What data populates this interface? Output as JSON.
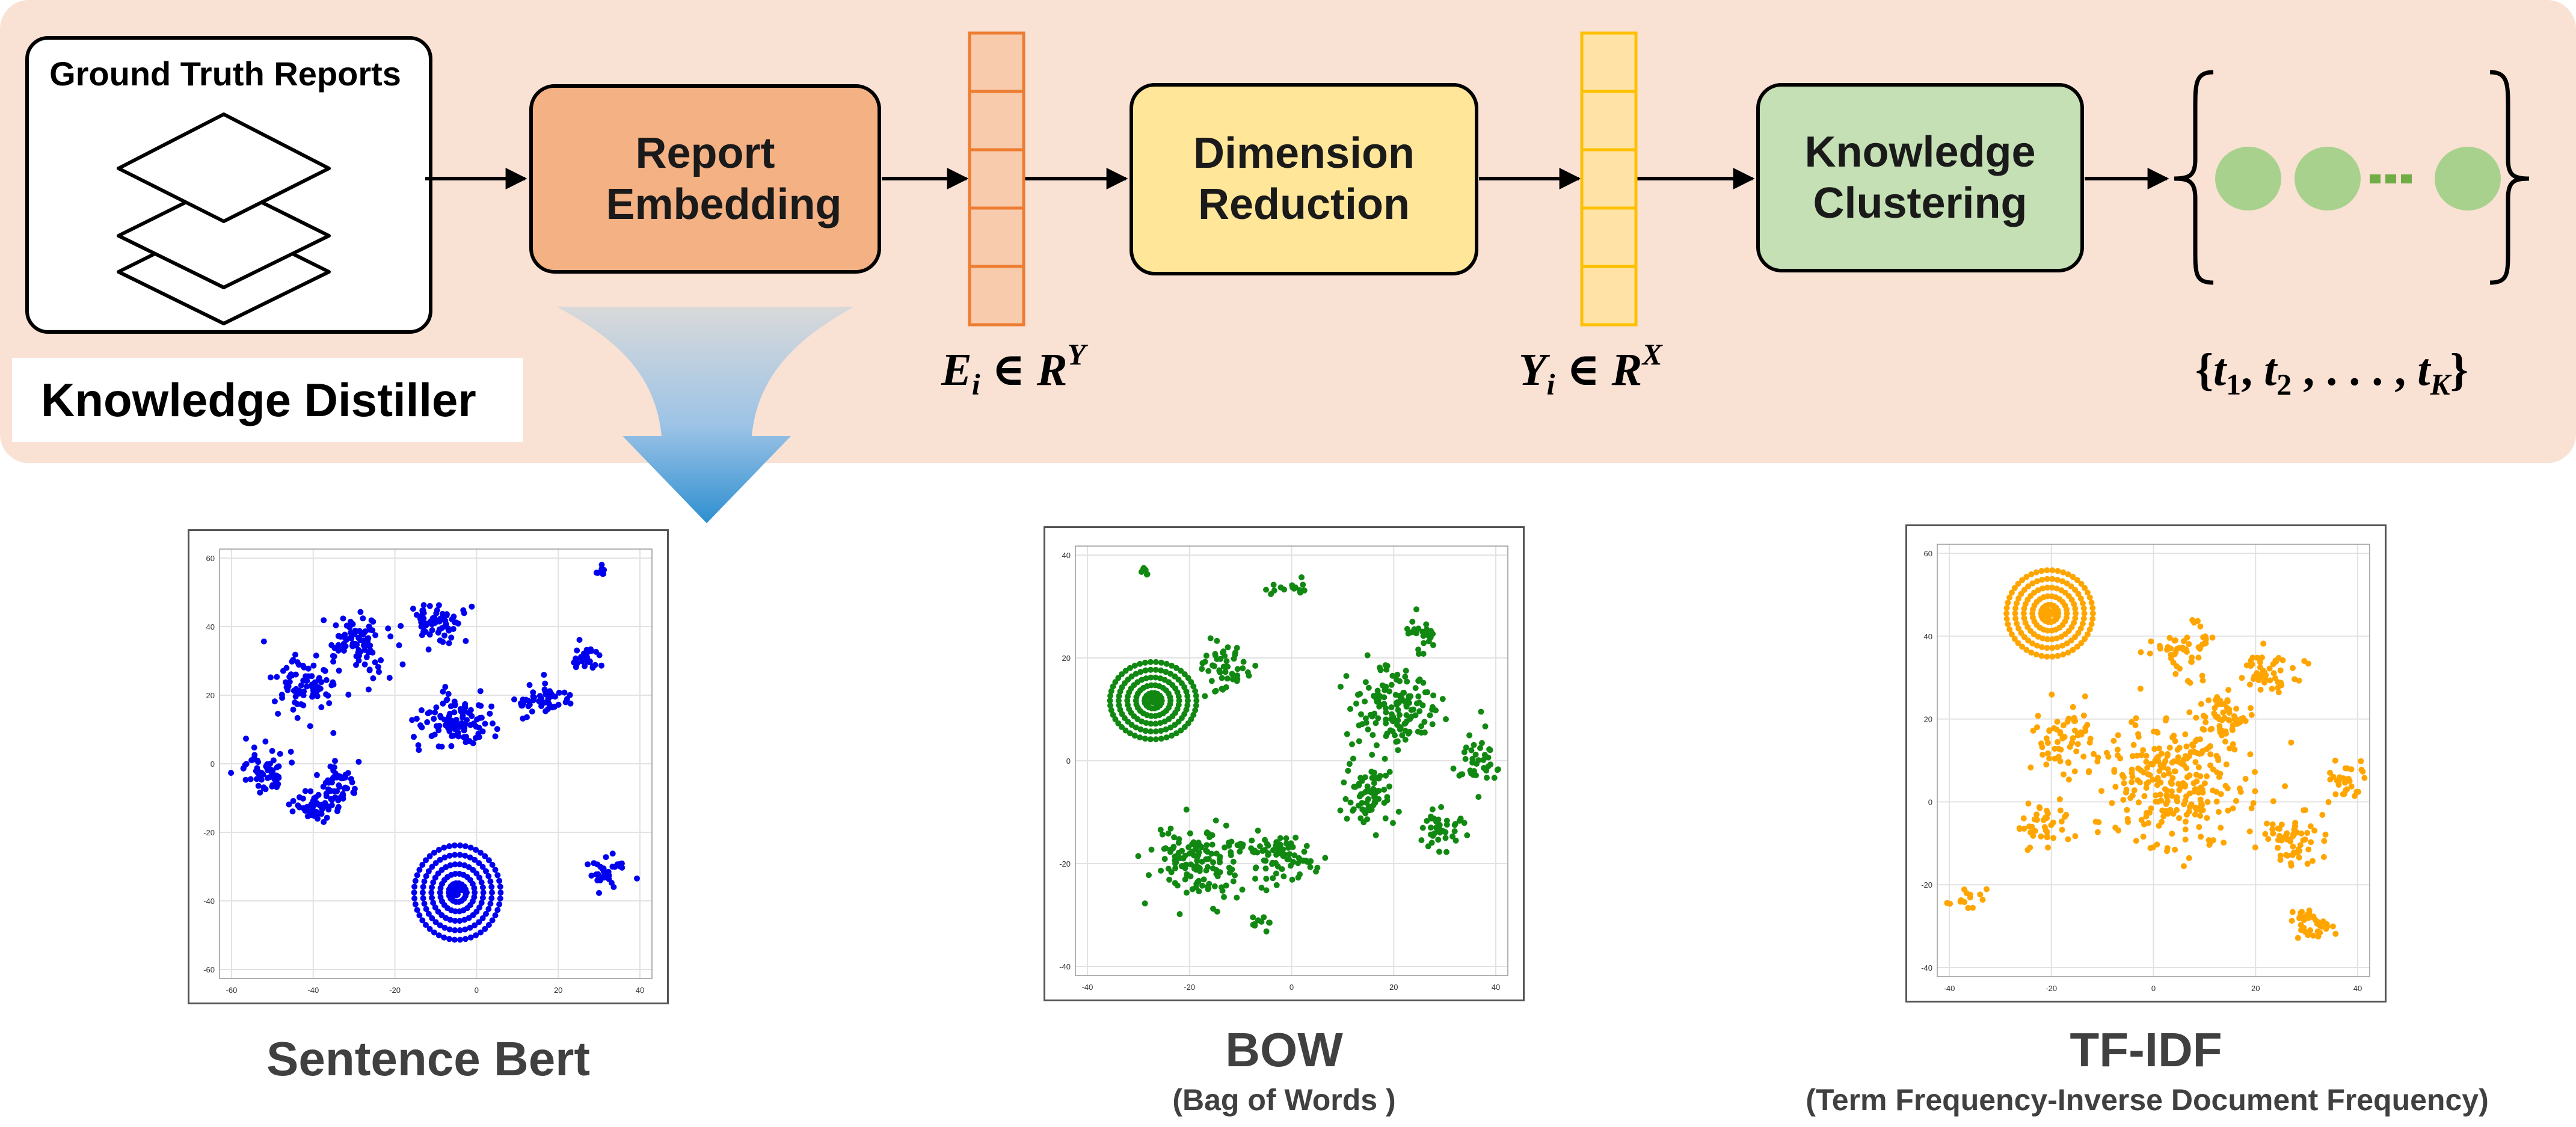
{
  "pipeline": {
    "ground_truth_label": "Ground Truth Reports",
    "report_embedding_label": "Report Embedding",
    "dimension_reduction_label": "Dimension Reduction",
    "knowledge_clustering_label": "Knowledge Clustering",
    "distiller_label": "Knowledge Distiller",
    "embedding_formula": {
      "var": "E",
      "sub": "i",
      "rel": " ∈ ",
      "space": "R",
      "sup": "Y"
    },
    "reduced_formula": {
      "var": "Y",
      "sub": "i",
      "rel": " ∈ ",
      "space": "R",
      "sup": "X"
    },
    "topics_formula": {
      "open": "{",
      "t1": "t",
      "s1": "1",
      "t2": "t",
      "s2": "2",
      "dots": " , . . . , ",
      "tk": "t",
      "sk": "K",
      "close": "}"
    }
  },
  "colors": {
    "panel": "#F9E1D4",
    "embedding": "#F4B183",
    "reduction": "#FFE699",
    "clustering": "#C5E0B4",
    "cluster_dot": "#A9D18E",
    "embed_vector": "#F8CBAD",
    "reduced_vector": "#FFE3A6"
  },
  "plots": [
    {
      "name": "Sentence Bert",
      "subtitle": "",
      "color": "#0000EE",
      "x_ticks": [
        "-60",
        "-40",
        "-20",
        "0",
        "20",
        "40"
      ],
      "y_ticks": [
        "60",
        "40",
        "20",
        "0",
        "-20",
        "-40",
        "-60"
      ]
    },
    {
      "name": "BOW",
      "subtitle": "(Bag of Words )",
      "color": "#118811",
      "x_ticks": [
        "-40",
        "-20",
        "0",
        "20",
        "40"
      ],
      "y_ticks": [
        "40",
        "20",
        "0",
        "-20",
        "-40"
      ]
    },
    {
      "name": "TF-IDF",
      "subtitle": "(Term Frequency-Inverse Document Frequency)",
      "color": "#FFA500",
      "x_ticks": [
        "-40",
        "-20",
        "0",
        "20",
        "40"
      ],
      "y_ticks": [
        "60",
        "40",
        "20",
        "0",
        "-20",
        "-40"
      ]
    }
  ]
}
